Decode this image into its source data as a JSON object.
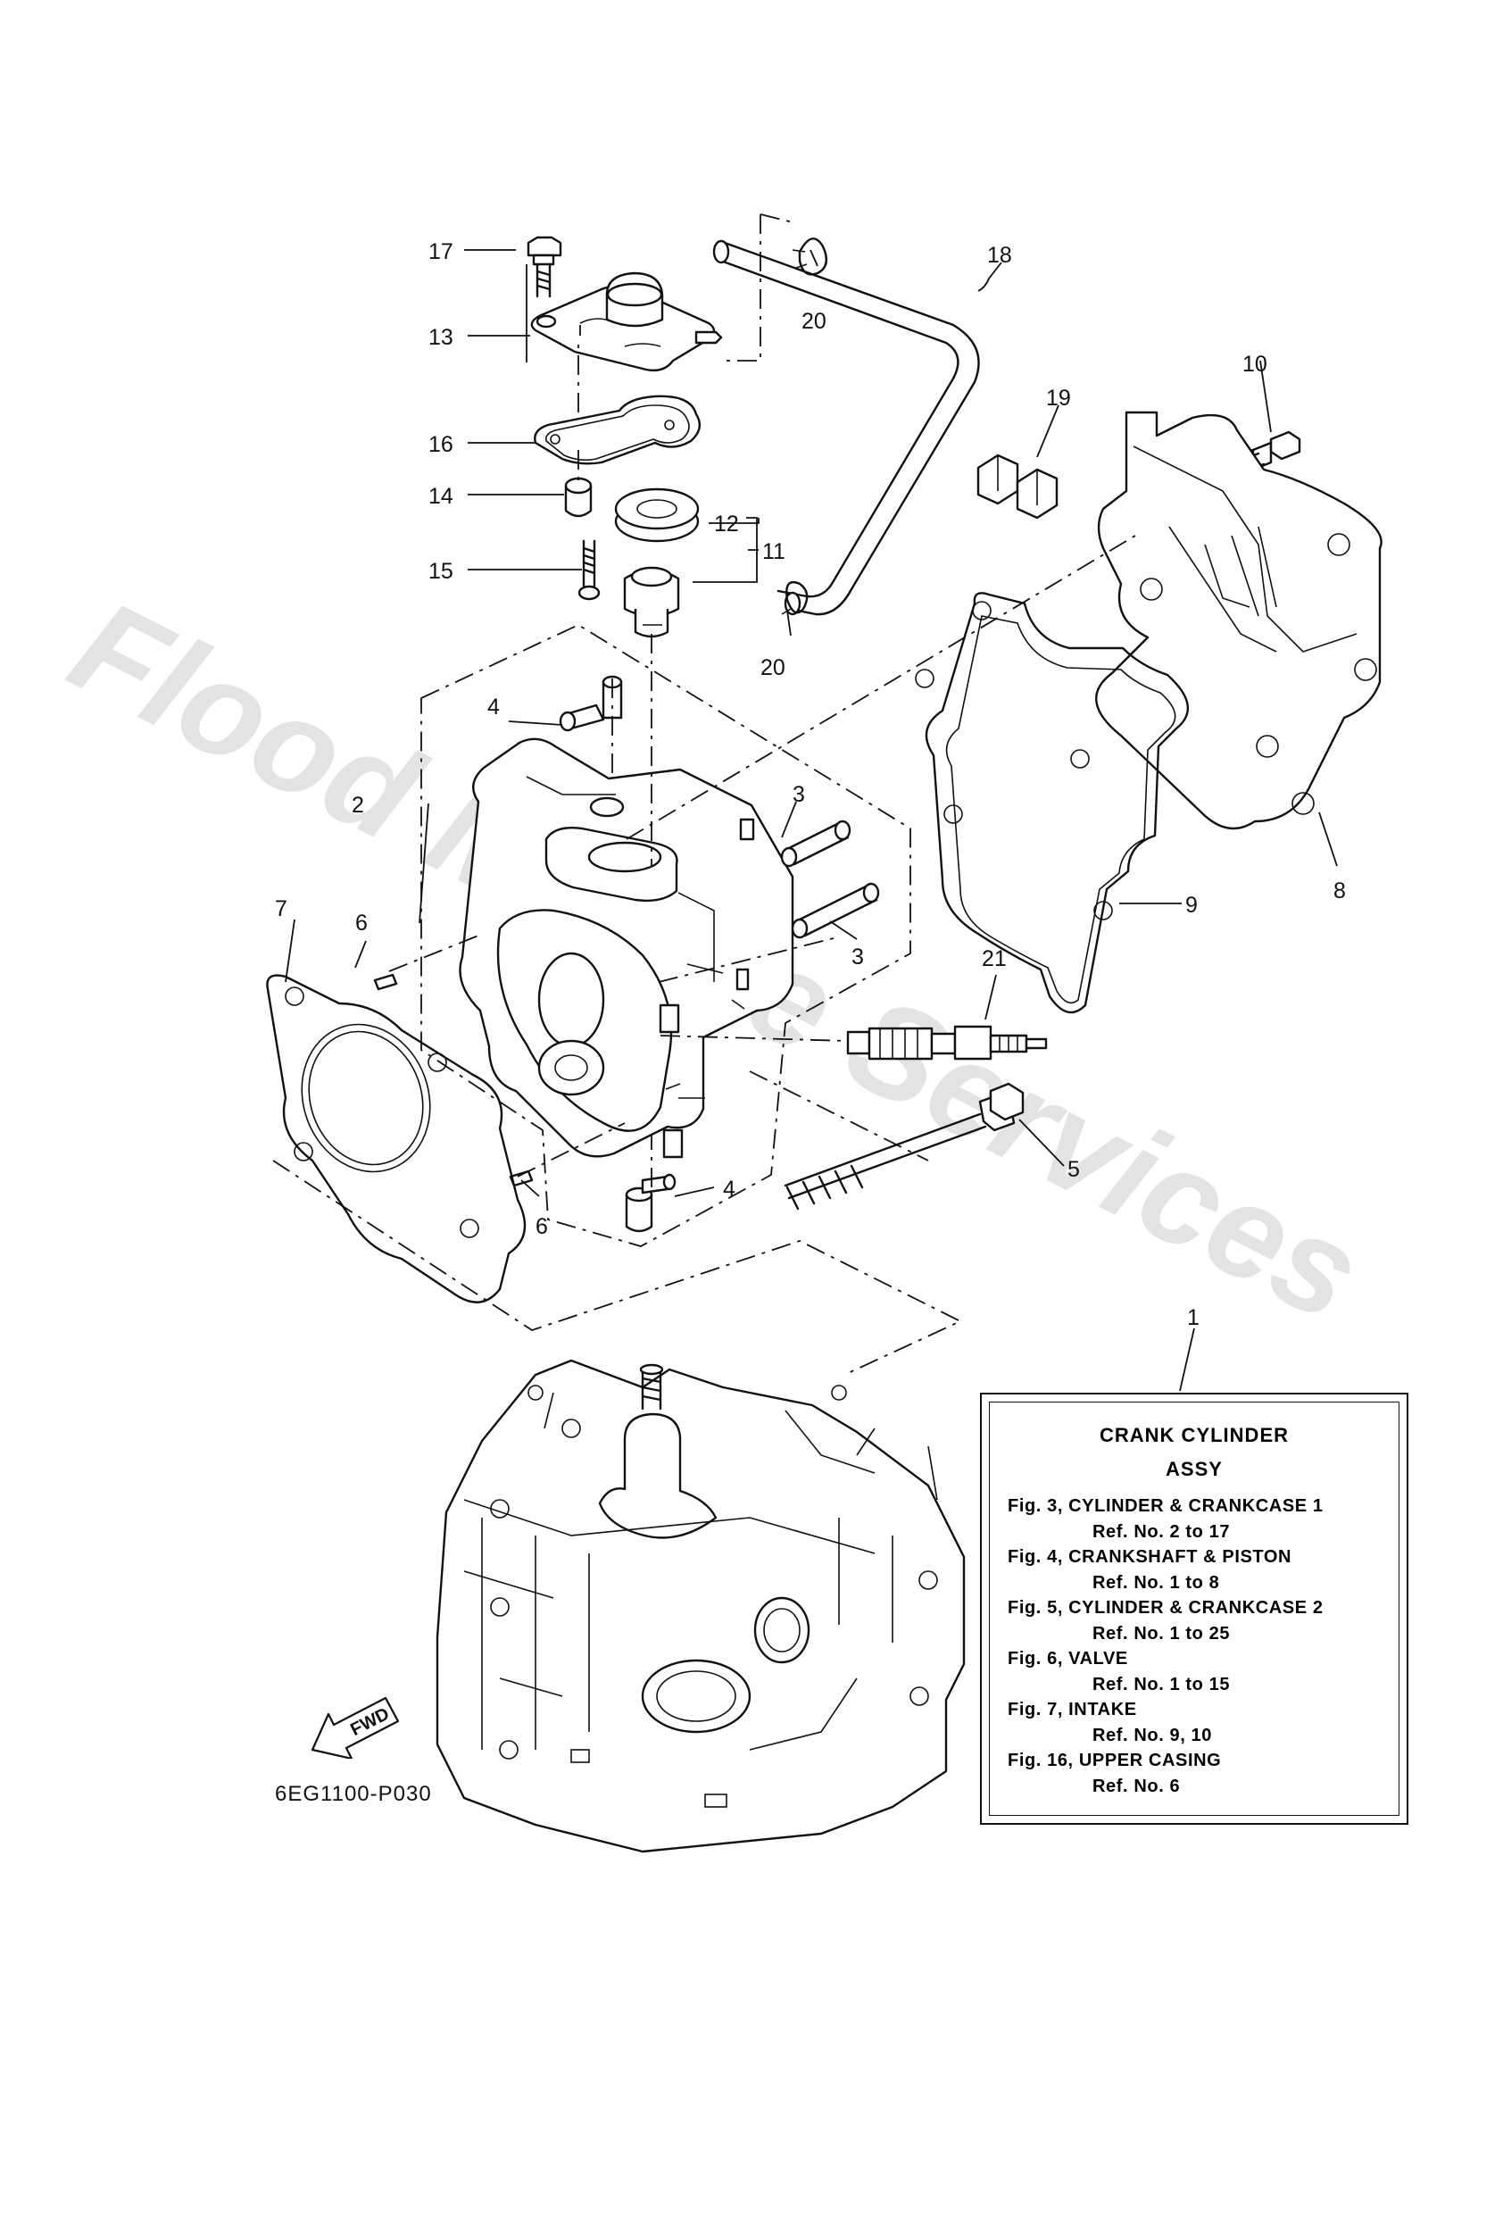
{
  "watermark": "Flood Marine Services",
  "callouts": {
    "c1": "1",
    "c2": "2",
    "c3a": "3",
    "c3b": "3",
    "c4a": "4",
    "c4b": "4",
    "c5": "5",
    "c6a": "6",
    "c6b": "6",
    "c7": "7",
    "c8": "8",
    "c9": "9",
    "c10": "10",
    "c11": "11",
    "c12": "12",
    "c13": "13",
    "c14": "14",
    "c15": "15",
    "c16": "16",
    "c17": "17",
    "c18": "18",
    "c19": "19",
    "c20a": "20",
    "c20b": "20",
    "c21": "21"
  },
  "infobox": {
    "title1": "CRANK  CYLINDER",
    "title2": "ASSY",
    "lines": [
      {
        "text": "Fig. 3, CYLINDER & CRANKCASE 1",
        "kind": "fig"
      },
      {
        "text": "Ref. No. 2 to 17",
        "kind": "ref"
      },
      {
        "text": "Fig. 4, CRANKSHAFT & PISTON",
        "kind": "fig"
      },
      {
        "text": "Ref. No. 1 to 8",
        "kind": "ref"
      },
      {
        "text": "Fig. 5, CYLINDER & CRANKCASE 2",
        "kind": "fig"
      },
      {
        "text": "Ref. No. 1 to 25",
        "kind": "ref"
      },
      {
        "text": "Fig. 6, VALVE",
        "kind": "fig"
      },
      {
        "text": "Ref. No. 1 to 15",
        "kind": "ref"
      },
      {
        "text": "Fig. 7, INTAKE",
        "kind": "fig"
      },
      {
        "text": "Ref. No. 9, 10",
        "kind": "ref"
      },
      {
        "text": "Fig. 16, UPPER CASING",
        "kind": "fig"
      },
      {
        "text": "Ref. No. 6",
        "kind": "ref"
      }
    ]
  },
  "fwd_label": "FWD",
  "model_code": "6EG1100-P030"
}
